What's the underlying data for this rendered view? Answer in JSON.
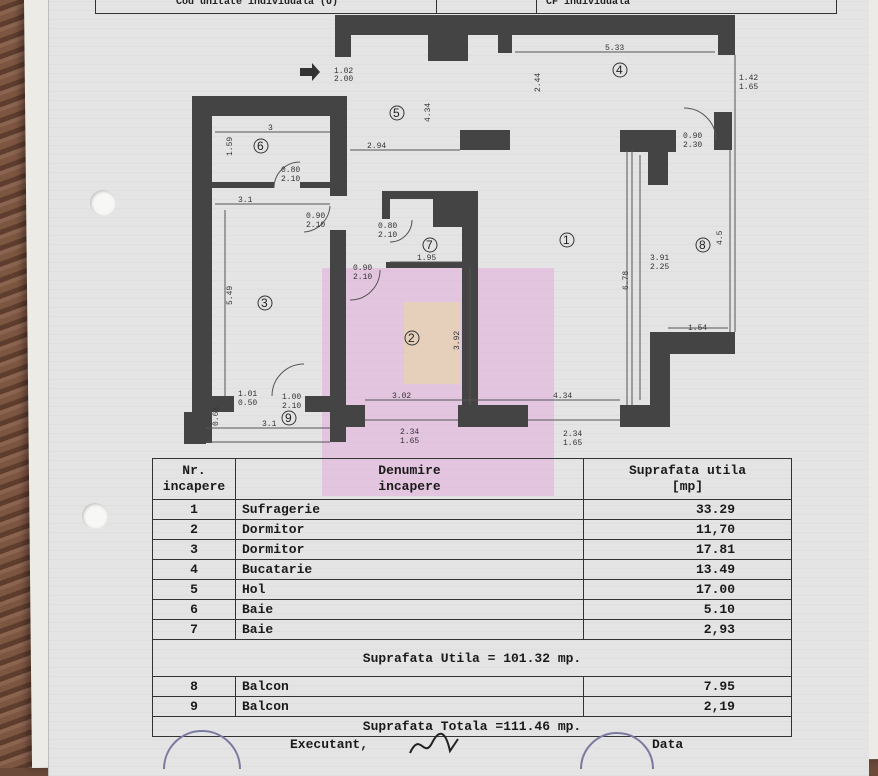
{
  "header": {
    "cell_left": "Cod unitate individuala (U)",
    "cell_right": "CF individuala"
  },
  "plan": {
    "room_numbers": [
      "1",
      "2",
      "3",
      "4",
      "5",
      "6",
      "7",
      "8",
      "9"
    ],
    "dims": {
      "d533": "5.33",
      "d244": "2.44",
      "d434": "4.34",
      "d142": "1.42",
      "d165a": "1.65",
      "d3": "3",
      "d159": "1.59",
      "d294": "2.94",
      "d080a": "0.80",
      "d210a": "2.10",
      "d31a": "3.1",
      "d090a": "0.90",
      "d210b": "2.10",
      "d080b": "0.80",
      "d210c": "2.10",
      "d195": "1.95",
      "d090b": "0.90",
      "d210d": "2.10",
      "d549": "5.49",
      "d392": "3.92",
      "d678": "6.78",
      "d090c": "0.90",
      "d230": "2.30",
      "d391": "3.91",
      "d225": "2.25",
      "d45": "4.5",
      "d154": "1.54",
      "d101": "1.01",
      "d050": "0.50",
      "d100": "1.00",
      "d210e": "2.10",
      "d302": "3.02",
      "d434b": "4.34",
      "d31b": "3.1",
      "d234a": "2.34",
      "d165b": "1.65",
      "d234b": "2.34",
      "d165c": "1.65",
      "d063": "0.63",
      "d102": "1.02",
      "d200": "2.00"
    }
  },
  "table": {
    "header_nr_1": "Nr.",
    "header_nr_2": "incapere",
    "header_name_1": "Denumire",
    "header_name_2": "incapere",
    "header_area_1": "Suprafata utila",
    "header_area_2": "[mp]",
    "rows": [
      {
        "nr": "1",
        "name": "Sufragerie",
        "area": "33.29"
      },
      {
        "nr": "2",
        "name": "Dormitor",
        "area": "11,70"
      },
      {
        "nr": "3",
        "name": "Dormitor",
        "area": "17.81"
      },
      {
        "nr": "4",
        "name": "Bucatarie",
        "area": "13.49"
      },
      {
        "nr": "5",
        "name": "Hol",
        "area": "17.00"
      },
      {
        "nr": "6",
        "name": "Baie",
        "area": "5.10"
      },
      {
        "nr": "7",
        "name": "Baie",
        "area": "2,93"
      }
    ],
    "subtotal": "Suprafata Utila = 101.32 mp.",
    "balcony_rows": [
      {
        "nr": "8",
        "name": "Balcon",
        "area": "7.95"
      },
      {
        "nr": "9",
        "name": "Balcon",
        "area": "2,19"
      }
    ],
    "total": "Suprafata Totala =111.46 mp."
  },
  "footer": {
    "executant": "Executant,",
    "data": "Data"
  }
}
